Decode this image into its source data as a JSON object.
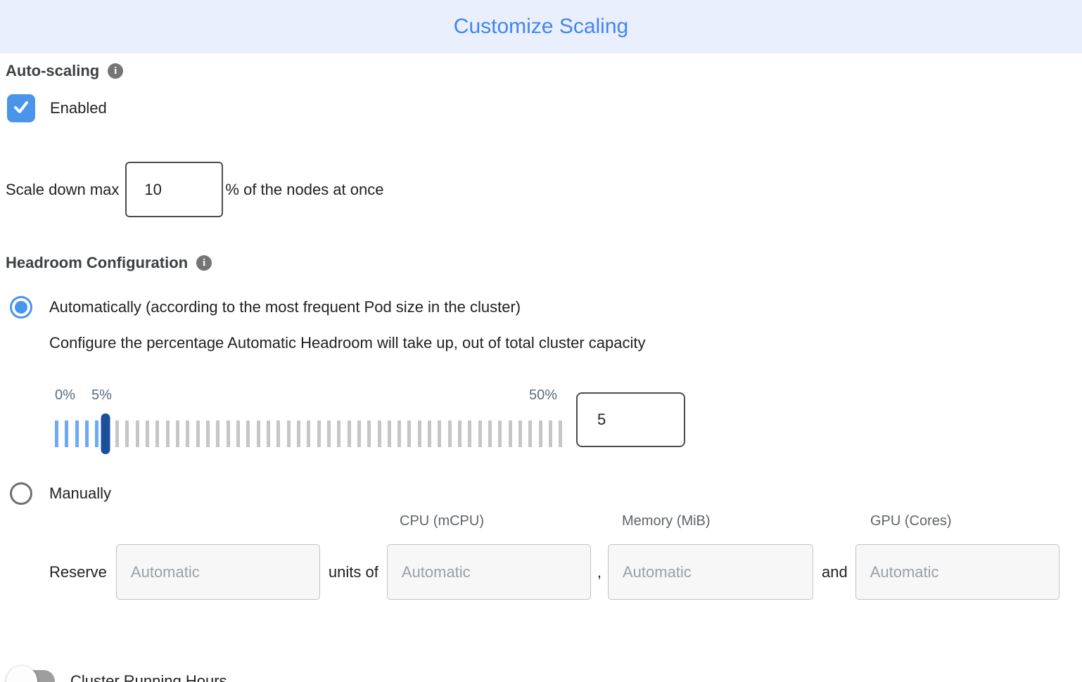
{
  "header": {
    "title": "Customize Scaling"
  },
  "auto_scaling": {
    "heading": "Auto-scaling",
    "enabled_label": "Enabled",
    "checkbox_checked": true
  },
  "scale_down": {
    "prefix": "Scale down max",
    "value": "10",
    "suffix": "% of the nodes at once"
  },
  "headroom": {
    "heading": "Headroom Configuration",
    "auto_option_label": "Automatically (according to the most frequent Pod size in the cluster)",
    "auto_option_selected": true,
    "description": "Configure the percentage Automatic Headroom will take up, out of total cluster capacity",
    "manual_option_label": "Manually",
    "manual_option_selected": false,
    "slider": {
      "min_label": "0%",
      "current_label": "5%",
      "max_label": "50%",
      "value": "5",
      "tick_count": 51,
      "blue_tick_count": 6,
      "handle_index": 5
    }
  },
  "manual_reserve": {
    "columns": [
      "CPU (mCPU)",
      "Memory (MiB)",
      "GPU (Cores)"
    ],
    "reserve_label": "Reserve",
    "units_of_label": "units of",
    "comma": ",",
    "and_label": "and",
    "placeholder": "Automatic"
  },
  "cluster_running_hours": {
    "label": "Cluster Running Hours",
    "enabled": false
  },
  "icons": {
    "info": "info-icon",
    "check": "check-icon"
  },
  "colors": {
    "header_bg": "#e9effd",
    "title_blue": "#4285f4",
    "accent_blue": "#4a94ec",
    "tick_blue": "#6caaf5",
    "tick_gray": "#c6c6c6",
    "handle_navy": "#1a4f9c",
    "toggle_gray": "#9e9e9e"
  }
}
